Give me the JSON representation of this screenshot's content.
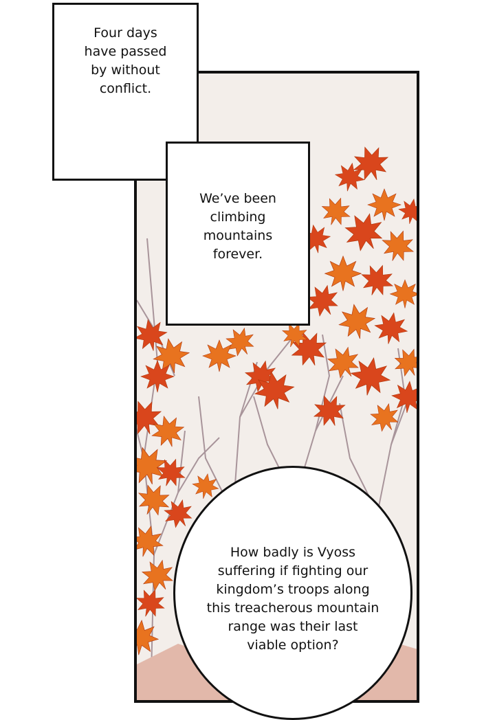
{
  "captions": {
    "top_lines": [
      "Four days",
      "have passed",
      "by without",
      "conflict."
    ],
    "middle_lines": [
      "We’ve been",
      "climbing",
      "mountains",
      "forever."
    ]
  },
  "speech_bubble": {
    "lines": [
      "How badly is Vyoss",
      "suffering if fighting our",
      "kingdom’s troops along",
      "this treacherous mountain",
      "range was their last",
      "viable option?"
    ]
  },
  "colors": {
    "leaf_red": "#d9461c",
    "leaf_orange": "#e8731f",
    "branch": "#a8949a",
    "panel_border": "#111111"
  },
  "icons": [
    "maple-leaf-icon"
  ]
}
